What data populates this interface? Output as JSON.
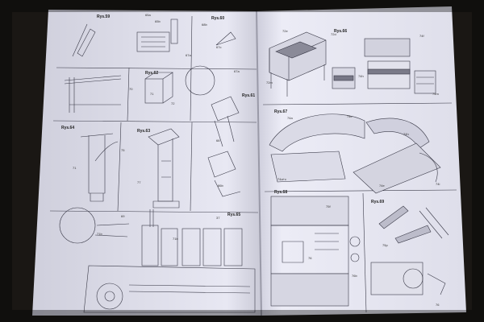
{
  "photo": {
    "subject": "open-model-kit-instruction-booklet"
  },
  "left_page": {
    "figures": [
      {
        "label": "Rys.59"
      },
      {
        "label": "Rys.60"
      },
      {
        "label": "Rys.61"
      },
      {
        "label": "Rys.62"
      },
      {
        "label": "Rys.63"
      },
      {
        "label": "Rys.64"
      },
      {
        "label": "Rys.65"
      }
    ]
  },
  "right_page": {
    "figures": [
      {
        "label": "Rys.66"
      },
      {
        "label": "Rys.67"
      },
      {
        "label": "Rys.68"
      },
      {
        "label": "Rys.69"
      }
    ]
  },
  "colors": {
    "background": "#1a1714",
    "paper_left": "#e6e6f2",
    "paper_right": "#ebebf5",
    "ink": "#2a2a35"
  }
}
